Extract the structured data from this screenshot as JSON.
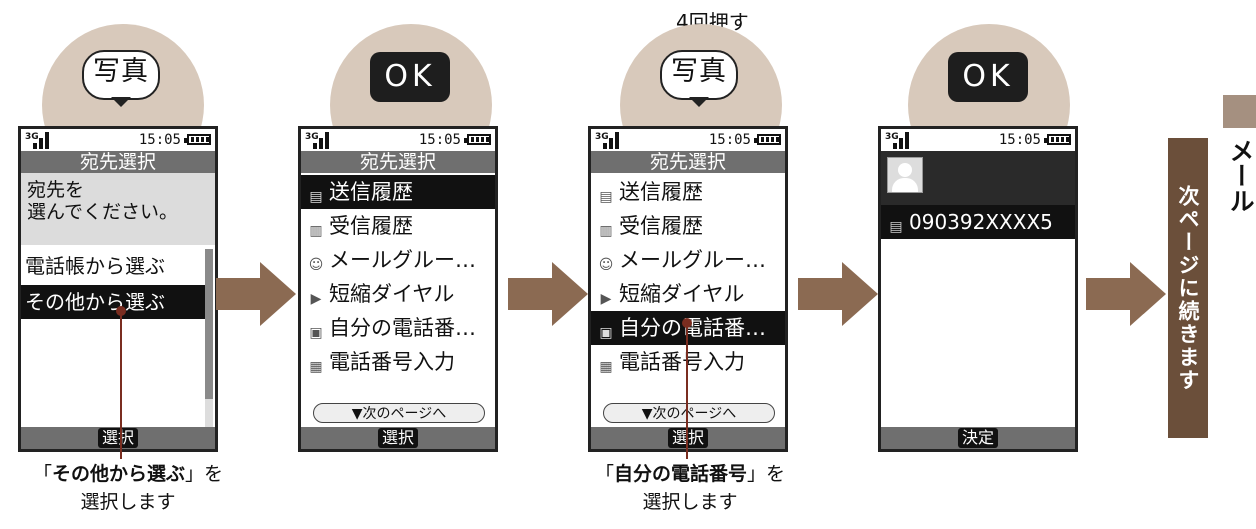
{
  "steps": {
    "step3_label": "4回押す"
  },
  "keys": {
    "photo": "写真",
    "ok": "OK"
  },
  "screen1": {
    "time": "15:05",
    "title": "宛先選択",
    "prompt": "宛先を\n選んでください。",
    "options": [
      "電話帳から選ぶ",
      "その他から選ぶ"
    ],
    "softkey": "選択"
  },
  "screen2": {
    "time": "15:05",
    "title": "宛先選択",
    "items": [
      "送信履歴",
      "受信履歴",
      "メールグルー…",
      "短縮ダイヤル",
      "自分の電話番…",
      "電話番号入力"
    ],
    "next_page": "▼次のページへ",
    "softkey": "選択"
  },
  "screen3": {
    "time": "15:05",
    "title": "宛先選択",
    "items": [
      "送信履歴",
      "受信履歴",
      "メールグルー…",
      "短縮ダイヤル",
      "自分の電話番…",
      "電話番号入力"
    ],
    "next_page": "▼次のページへ",
    "softkey": "選択"
  },
  "screen4": {
    "time": "15:05",
    "number": "090392XXXX5",
    "softkey": "決定"
  },
  "captions": {
    "c1_bold": "その他から選ぶ",
    "c1_open": "「",
    "c1_close": "」を",
    "c1_line2": "選択します",
    "c2_bold": "自分の電話番号",
    "c2_open": "「",
    "c2_close": "」を",
    "c2_line2": "選択します"
  },
  "side": {
    "chapter": "メール",
    "continued": "次ページに続きます"
  },
  "colors": {
    "circle": "#d8c9bb",
    "arrow": "#8b6a52",
    "side_tab": "#6b4f3a",
    "pointer": "#7a2d20"
  }
}
